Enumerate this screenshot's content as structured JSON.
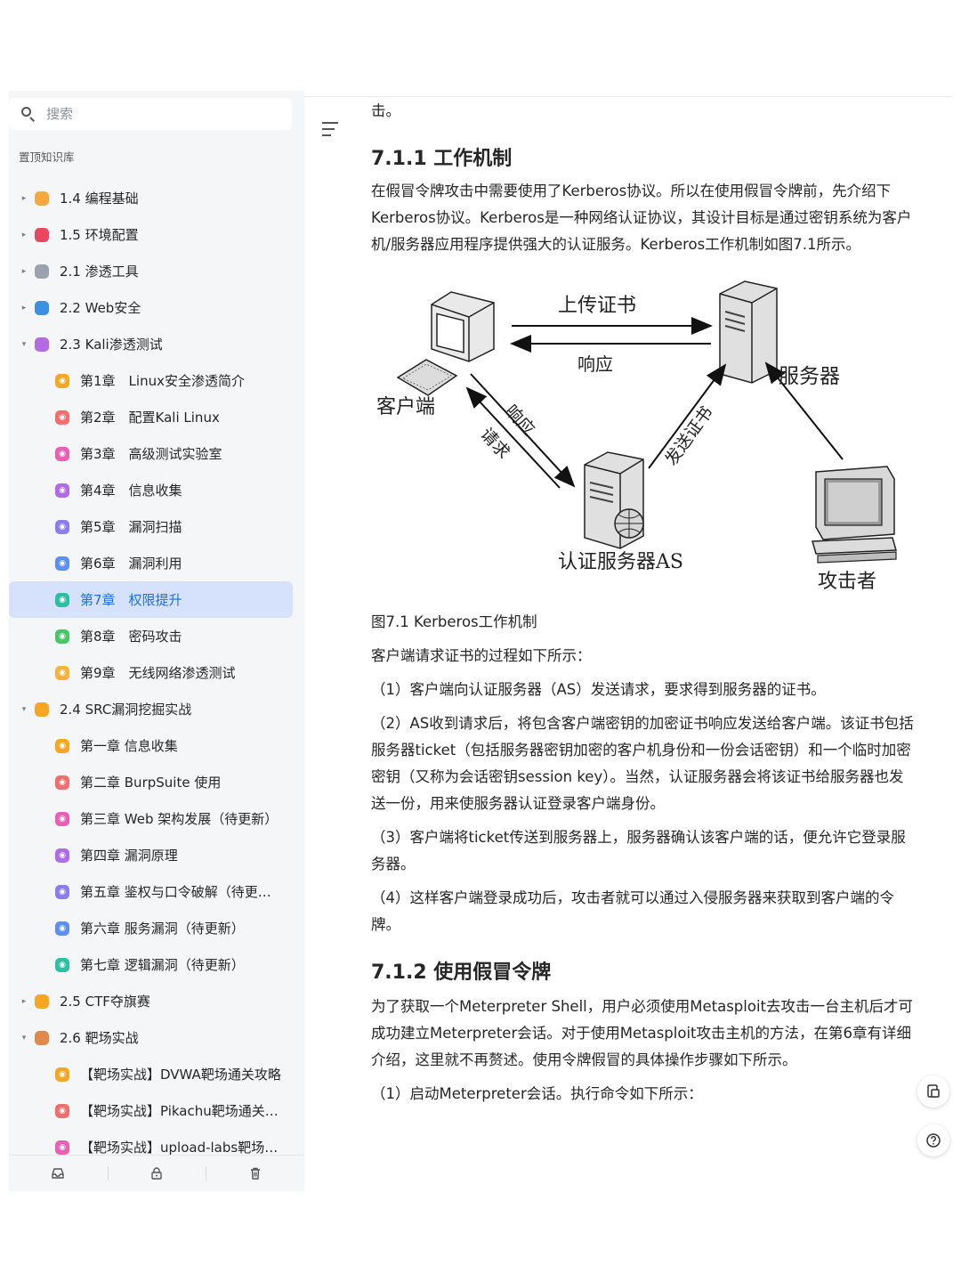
{
  "sidebar": {
    "search_placeholder": "搜索",
    "section_label": "置顶知识库",
    "items": [
      {
        "label": "1.4 编程基础",
        "level": 1,
        "caret": "▸",
        "icon_color": "#f6a73f",
        "icon_name": "folder-orange-icon"
      },
      {
        "label": "1.5 环境配置",
        "level": 1,
        "caret": "▸",
        "icon_color": "#e8475f",
        "icon_name": "target-icon"
      },
      {
        "label": "2.1 渗透工具",
        "level": 1,
        "caret": "▸",
        "icon_color": "#9aa3ad",
        "icon_name": "gear-icon"
      },
      {
        "label": "2.2 Web安全",
        "level": 1,
        "caret": "▸",
        "icon_color": "#3d8fe0",
        "icon_name": "monitor-icon"
      },
      {
        "label": "2.3 Kali渗透测试",
        "level": 1,
        "caret": "▾",
        "icon_color": "#b36ae2",
        "icon_name": "book-purple-icon"
      },
      {
        "label": "第1章　Linux安全渗透简介",
        "level": 2,
        "icon_color": "#f5a623",
        "icon_name": "doc-orange-icon"
      },
      {
        "label": "第2章　配置Kali Linux",
        "level": 2,
        "icon_color": "#f26d6d",
        "icon_name": "doc-red-icon"
      },
      {
        "label": "第3章　高级测试实验室",
        "level": 2,
        "icon_color": "#e95fb3",
        "icon_name": "doc-pink-icon"
      },
      {
        "label": "第4章　信息收集",
        "level": 2,
        "icon_color": "#b06be6",
        "icon_name": "doc-purple-icon"
      },
      {
        "label": "第5章　漏洞扫描",
        "level": 2,
        "icon_color": "#8b7cf0",
        "icon_name": "doc-violet-icon"
      },
      {
        "label": "第6章　漏洞利用",
        "level": 2,
        "icon_color": "#5b8ff2",
        "icon_name": "doc-blue-icon"
      },
      {
        "label": "第7章　权限提升",
        "level": 2,
        "icon_color": "#2bbfa3",
        "icon_name": "doc-teal-icon",
        "active": true
      },
      {
        "label": "第8章　密码攻击",
        "level": 2,
        "icon_color": "#4cc46a",
        "icon_name": "doc-green-icon"
      },
      {
        "label": "第9章　无线网络渗透测试",
        "level": 2,
        "icon_color": "#f5b23d",
        "icon_name": "doc-yellow-icon"
      },
      {
        "label": "2.4 SRC漏洞挖掘实战",
        "level": 1,
        "caret": "▾",
        "icon_color": "#f5a623",
        "icon_name": "book-orange-icon"
      },
      {
        "label": "第一章 信息收集",
        "level": 2,
        "icon_color": "#f5a623",
        "icon_name": "doc-orange-icon"
      },
      {
        "label": "第二章 BurpSuite 使用",
        "level": 2,
        "icon_color": "#f26d6d",
        "icon_name": "doc-red-icon"
      },
      {
        "label": "第三章 Web 架构发展（待更新）",
        "level": 2,
        "icon_color": "#e95fb3",
        "icon_name": "doc-pink-icon"
      },
      {
        "label": "第四章 漏洞原理",
        "level": 2,
        "icon_color": "#b06be6",
        "icon_name": "doc-purple-icon"
      },
      {
        "label": "第五章 鉴权与口令破解（待更…",
        "level": 2,
        "icon_color": "#8b7cf0",
        "icon_name": "doc-violet-icon"
      },
      {
        "label": "第六章 服务漏洞（待更新）",
        "level": 2,
        "icon_color": "#5b8ff2",
        "icon_name": "doc-blue-icon"
      },
      {
        "label": "第七章 逻辑漏洞（待更新）",
        "level": 2,
        "icon_color": "#2bbfa3",
        "icon_name": "doc-teal-icon"
      },
      {
        "label": "2.5 CTF夺旗赛",
        "level": 1,
        "caret": "▸",
        "icon_color": "#f5a623",
        "icon_name": "book-orange-icon"
      },
      {
        "label": "2.6 靶场实战",
        "level": 1,
        "caret": "▾",
        "icon_color": "#e0894a",
        "icon_name": "compass-icon"
      },
      {
        "label": "【靶场实战】DVWA靶场通关攻略",
        "level": 2,
        "icon_color": "#f5a623",
        "icon_name": "doc-orange-icon"
      },
      {
        "label": "【靶场实战】Pikachu靶场通关…",
        "level": 2,
        "icon_color": "#f26d6d",
        "icon_name": "doc-red-icon"
      },
      {
        "label": "【靶场实战】upload-labs靶场通…",
        "level": 2,
        "icon_color": "#e95fb3",
        "icon_name": "doc-pink-icon"
      }
    ],
    "bottom_icons": [
      "inbox-icon",
      "lock-icon",
      "trash-icon"
    ]
  },
  "article": {
    "fragment": "击。",
    "h1": "7.1.1 工作机制",
    "p1": "在假冒令牌攻击中需要使用了Kerberos协议。所以在使用假冒令牌前，先介绍下Kerberos协议。Kerberos是一种网络认证协议，其设计目标是通过密钥系统为客户机/服务器应用程序提供强大的认证服务。Kerberos工作机制如图7.1所示。",
    "diagram": {
      "upload_cert": "上传证书",
      "response_top": "响应",
      "server": "服务器",
      "client": "客户端",
      "response_diag": "响应",
      "request": "请求",
      "send_cert": "发送证书",
      "as": "认证服务器AS",
      "attacker": "攻击者"
    },
    "caption": "图7.1 Kerberos工作机制",
    "p2": "客户端请求证书的过程如下所示：",
    "s1": "（1）客户端向认证服务器（AS）发送请求，要求得到服务器的证书。",
    "s2": "（2）AS收到请求后，将包含客户端密钥的加密证书响应发送给客户端。该证书包括服务器ticket（包括服务器密钥加密的客户机身份和一份会话密钥）和一个临时加密密钥（又称为会话密钥session key）。当然，认证服务器会将该证书给服务器也发送一份，用来使服务器认证登录客户端身份。",
    "s3": "（3）客户端将ticket传送到服务器上，服务器确认该客户端的话，便允许它登录服 务器。",
    "s4": "（4）这样客户端登录成功后，攻击者就可以通过入侵服务器来获取到客户端的令牌。",
    "h2": "7.1.2 使用假冒令牌",
    "p3": "为了获取一个Meterpreter Shell，用户必须使用Metasploit去攻击一台主机后才可成功建立Meterpreter会话。对于使用Metasploit攻击主机的方法，在第6章有详细介绍，这里就不再赘述。使用令牌假冒的具体操作步骤如下所示。",
    "s5": "（1）启动Meterpreter会话。执行命令如下所示："
  },
  "floating": [
    "outline-icon",
    "help-icon"
  ]
}
